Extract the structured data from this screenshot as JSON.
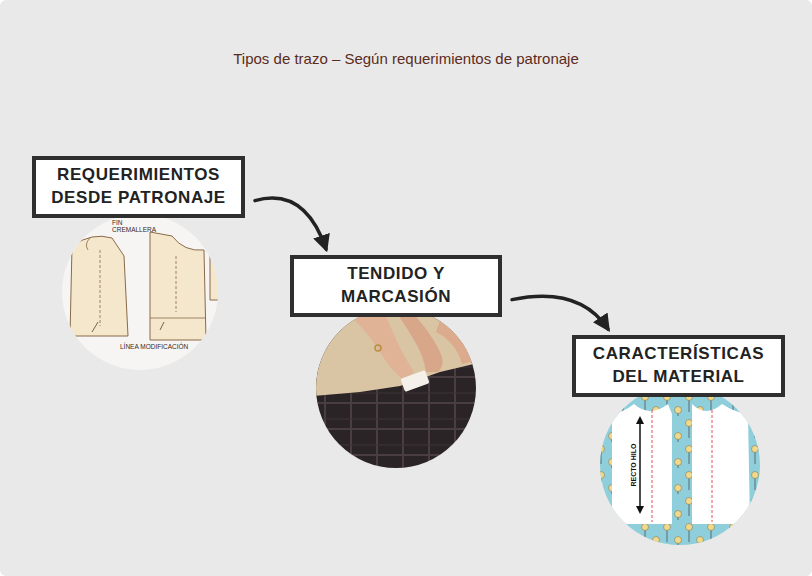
{
  "diagram": {
    "title": "Tipos de trazo – Según requerimientos de patronaje",
    "nodes": [
      {
        "text": [
          "REQUERIMIENTOS DESDE PATRONAJE"
        ]
      },
      {
        "text": [
          "TENDIDO Y MARCASIÓN"
        ]
      },
      {
        "text": [
          "CARACTERÍSTICAS DEL MATERIAL"
        ]
      }
    ],
    "edges": [
      {
        "from": 0,
        "to": 1,
        "arrow": "to"
      },
      {
        "from": 1,
        "to": 2,
        "arrow": "to"
      }
    ],
    "labels": [
      "FIN CREMALLERA",
      "LÍNEA MODIFICACIÓN",
      "RECTO HILO"
    ]
  }
}
